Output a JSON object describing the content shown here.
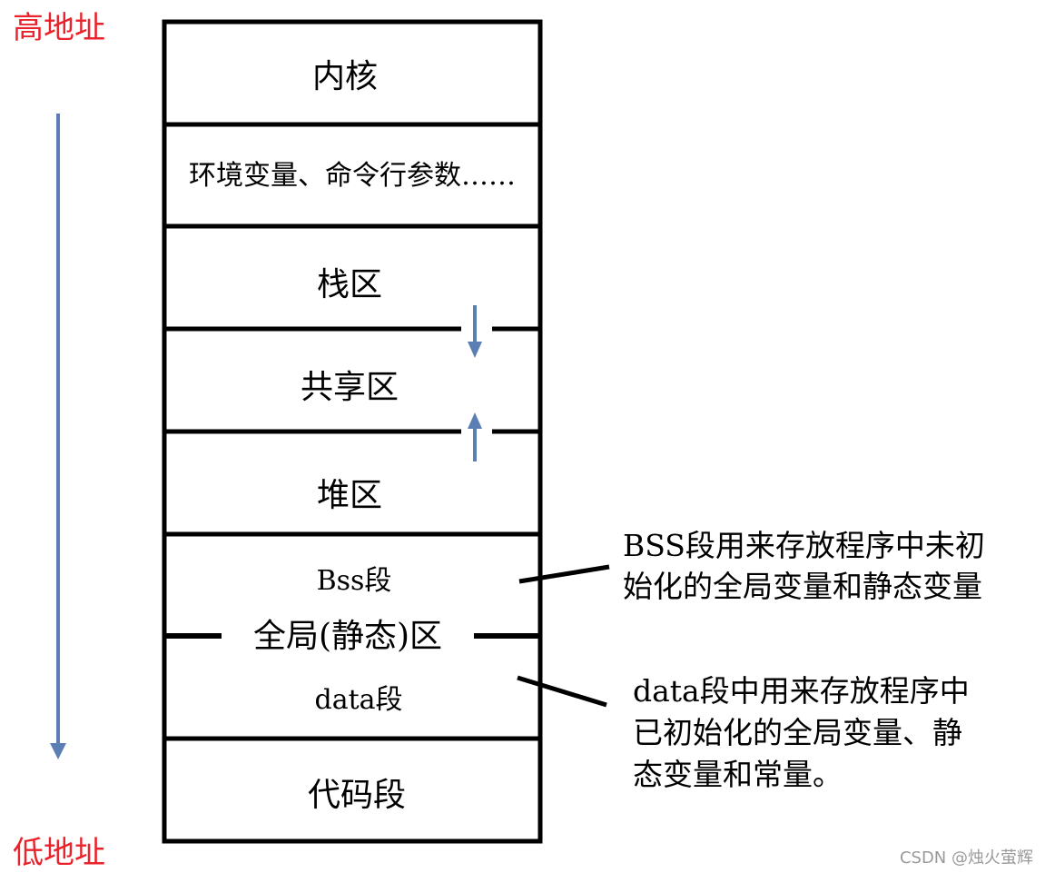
{
  "address": {
    "high": "高地址",
    "low": "低地址"
  },
  "segments": {
    "kernel": "内核",
    "env": "环境变量、命令行参数……",
    "stack": "栈区",
    "shared": "共享区",
    "heap": "堆区",
    "bss": "Bss段",
    "global_static": "全局(静态)区",
    "data": "data段",
    "code": "代码段"
  },
  "notes": {
    "bss_line1": "BSS段用来存放程序中未初",
    "bss_line2": "始化的全局变量和静态变量",
    "data_line1": "data段中用来存放程序中",
    "data_line2": "已初始化的全局变量、静",
    "data_line3": "态变量和常量。"
  },
  "watermark": "CSDN @烛火萤辉",
  "colors": {
    "address_label": "#e8232b",
    "arrow": "#5b7fb5",
    "border": "#000000"
  }
}
